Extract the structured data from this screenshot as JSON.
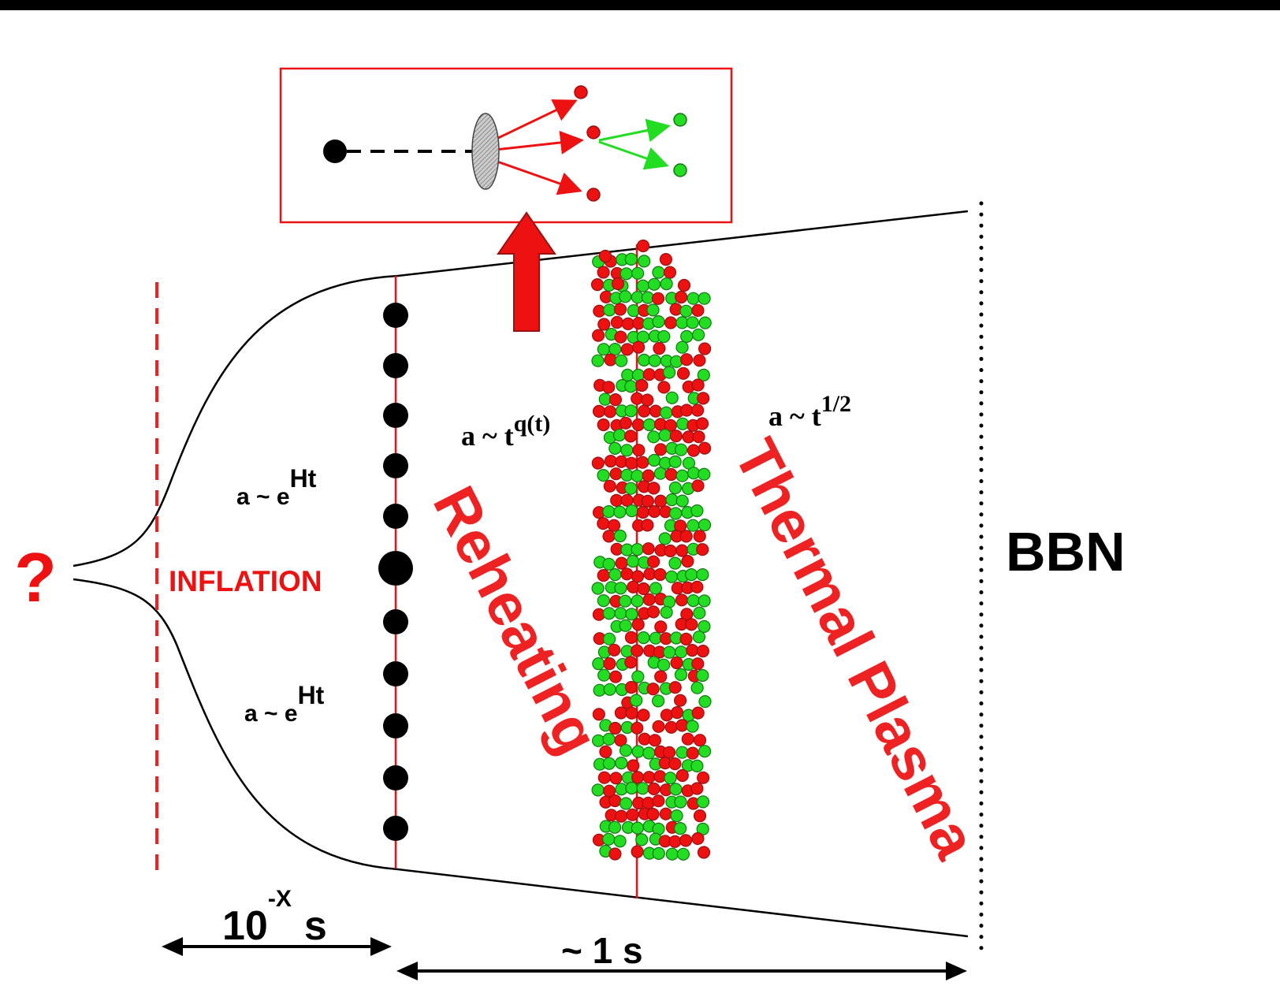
{
  "labels": {
    "question": "?",
    "inflation": "INFLATION",
    "reheating": "Reheating",
    "thermal_plasma": "Thermal Plasma",
    "bbn": "BBN",
    "inflation_scale_upper_base": "a ~ e",
    "inflation_scale_upper_exp": "Ht",
    "inflation_scale_lower_base": "a ~ e",
    "inflation_scale_lower_exp": "Ht",
    "reheating_scale_base": "a ~ t",
    "reheating_scale_exp": "q(t)",
    "plasma_scale_base": "a ~ t",
    "plasma_scale_exp": "1/2",
    "time_inflation_base": "10",
    "time_inflation_exp": "-X",
    "time_inflation_unit": "s",
    "time_reheating": "~ 1 s"
  },
  "colors": {
    "red": "#ee1111",
    "green": "#22dd22",
    "dark_red": "#991111",
    "dark_green": "#117711",
    "black": "#000000",
    "dashed_red": "#ee2222"
  },
  "inset": {
    "description_icon": "inflaton-decay-icon"
  }
}
